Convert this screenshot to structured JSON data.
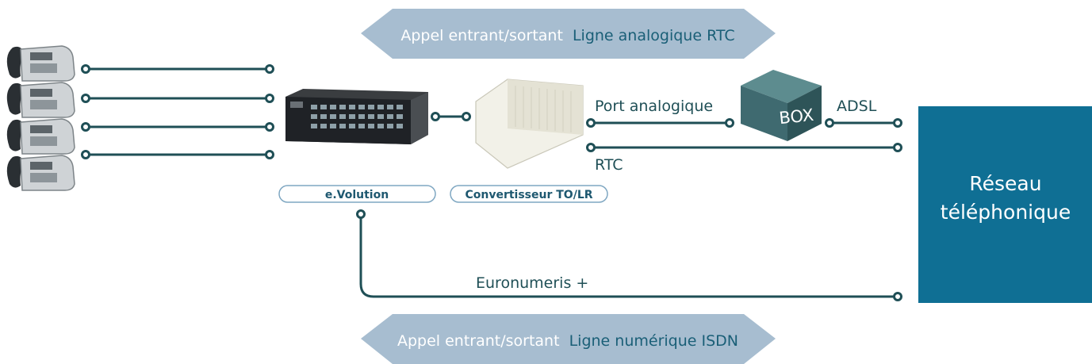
{
  "colors": {
    "line": "#1f4f56",
    "arrow_fill": "#a7bdd0",
    "arrow_text": "#ffffff",
    "arrow_highlight": "#1a5f77",
    "network_box": "#0f6f94",
    "network_text": "#ffffff",
    "badge_border": "#7fa7c2",
    "badge_text": "#1e5870",
    "label_text": "#1f4f56",
    "box_front": "#3f6a70",
    "box_top": "#5d8c8f",
    "box_side": "#2e5458"
  },
  "top_arrow": {
    "prefix": "Appel entrant/sortant",
    "highlight": "Ligne analogique RTC"
  },
  "bottom_arrow": {
    "prefix": "Appel entrant/sortant",
    "highlight": "Ligne numérique ISDN"
  },
  "devices": {
    "pbx_badge": "e.Volution",
    "converter_badge": "Convertisseur TO/LR",
    "box_label": "BOX",
    "phone_icon": "desk-phone-icon",
    "phone_count": 4
  },
  "line_labels": {
    "port_analogique": "Port analogique",
    "adsl": "ADSL",
    "rtc": "RTC",
    "euronumeris": "Euronumeris +"
  },
  "network": {
    "line1": "Réseau",
    "line2": "téléphonique"
  }
}
